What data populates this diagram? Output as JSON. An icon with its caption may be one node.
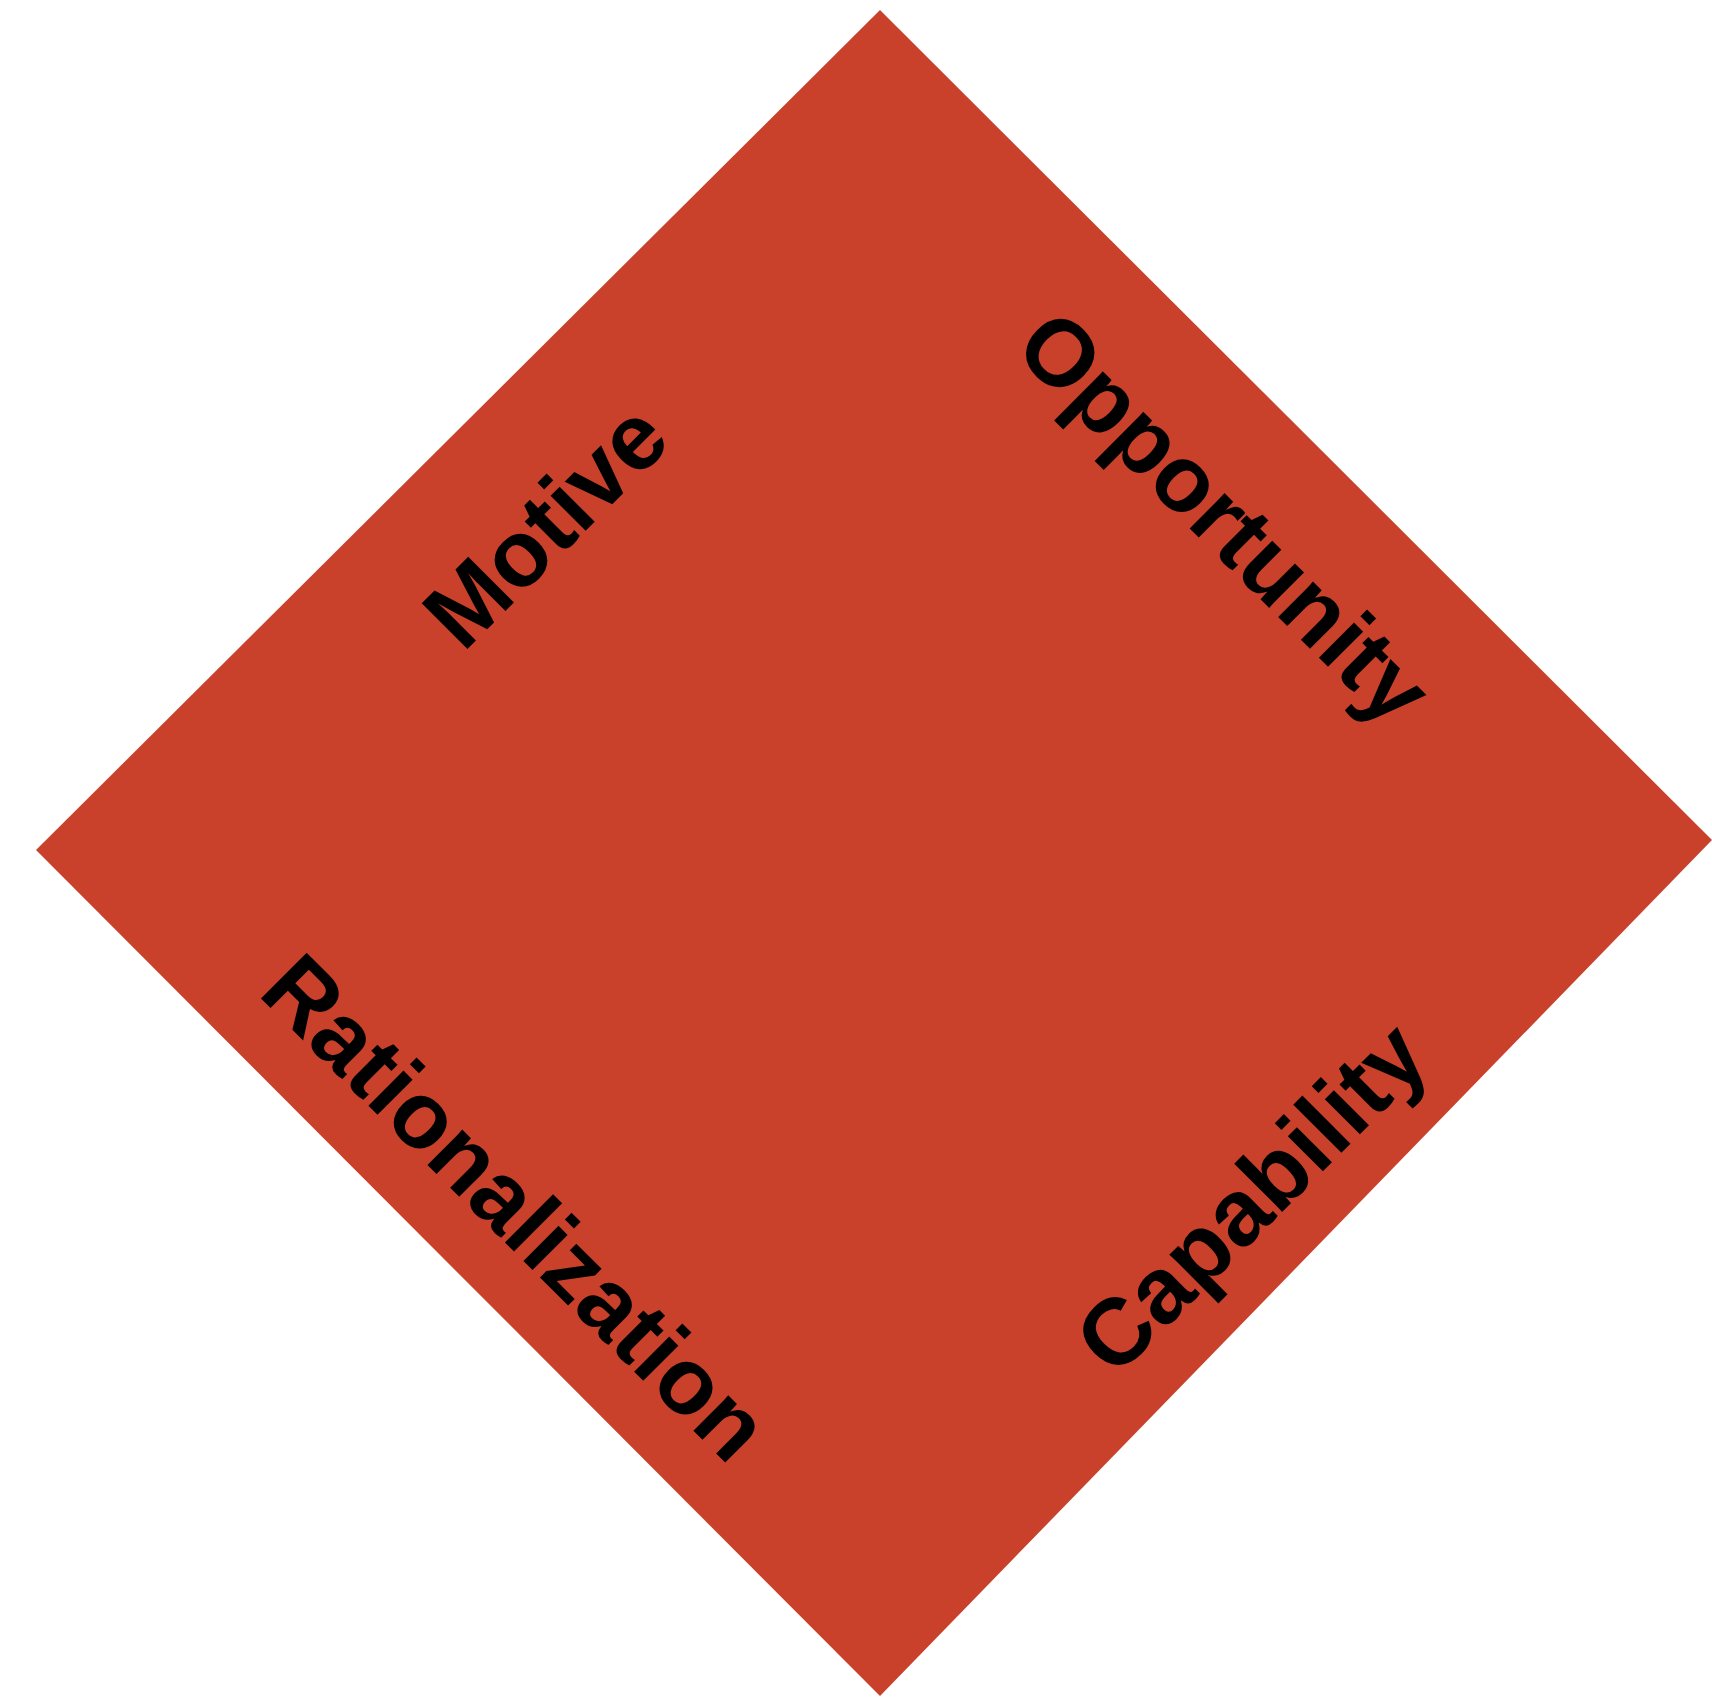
{
  "diagram": {
    "nodes": [
      {
        "text": [
          "Motive",
          "Opportunity",
          "Rationalization",
          "Capability"
        ]
      }
    ]
  }
}
